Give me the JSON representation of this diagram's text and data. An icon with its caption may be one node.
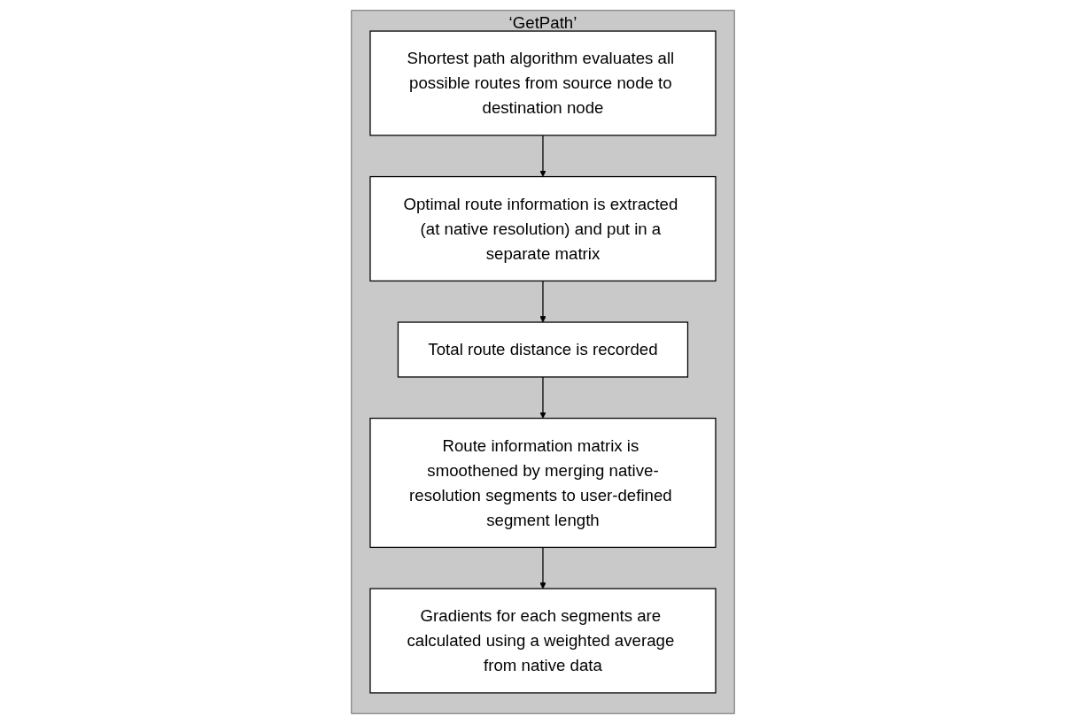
{
  "diagram": {
    "nodes": [
      {
        "text": [
          "‘GetPath’"
        ]
      },
      {
        "text": [
          "Shortest path algorithm evaluates all possible routes from source node to destination node"
        ],
        "in": 0
      },
      {
        "text": [
          "Optimal route information is extracted (at native resolution) and put in a separate matrix"
        ],
        "in": 0
      },
      {
        "text": [
          "Total route distance is recorded"
        ],
        "in": 0
      },
      {
        "text": [
          "Route information matrix is smoothened by merging native-resolution segments to user-defined segment length"
        ],
        "in": 0
      },
      {
        "text": [
          "Gradients for each segments are calculated using a weighted average from native data"
        ],
        "in": 0
      }
    ],
    "edges": [
      {
        "from": 1,
        "to": 2,
        "arrow": "to"
      },
      {
        "from": 2,
        "to": 3,
        "arrow": "to"
      },
      {
        "from": 3,
        "to": 4,
        "arrow": "to"
      },
      {
        "from": 4,
        "to": 5,
        "arrow": "to"
      }
    ]
  }
}
